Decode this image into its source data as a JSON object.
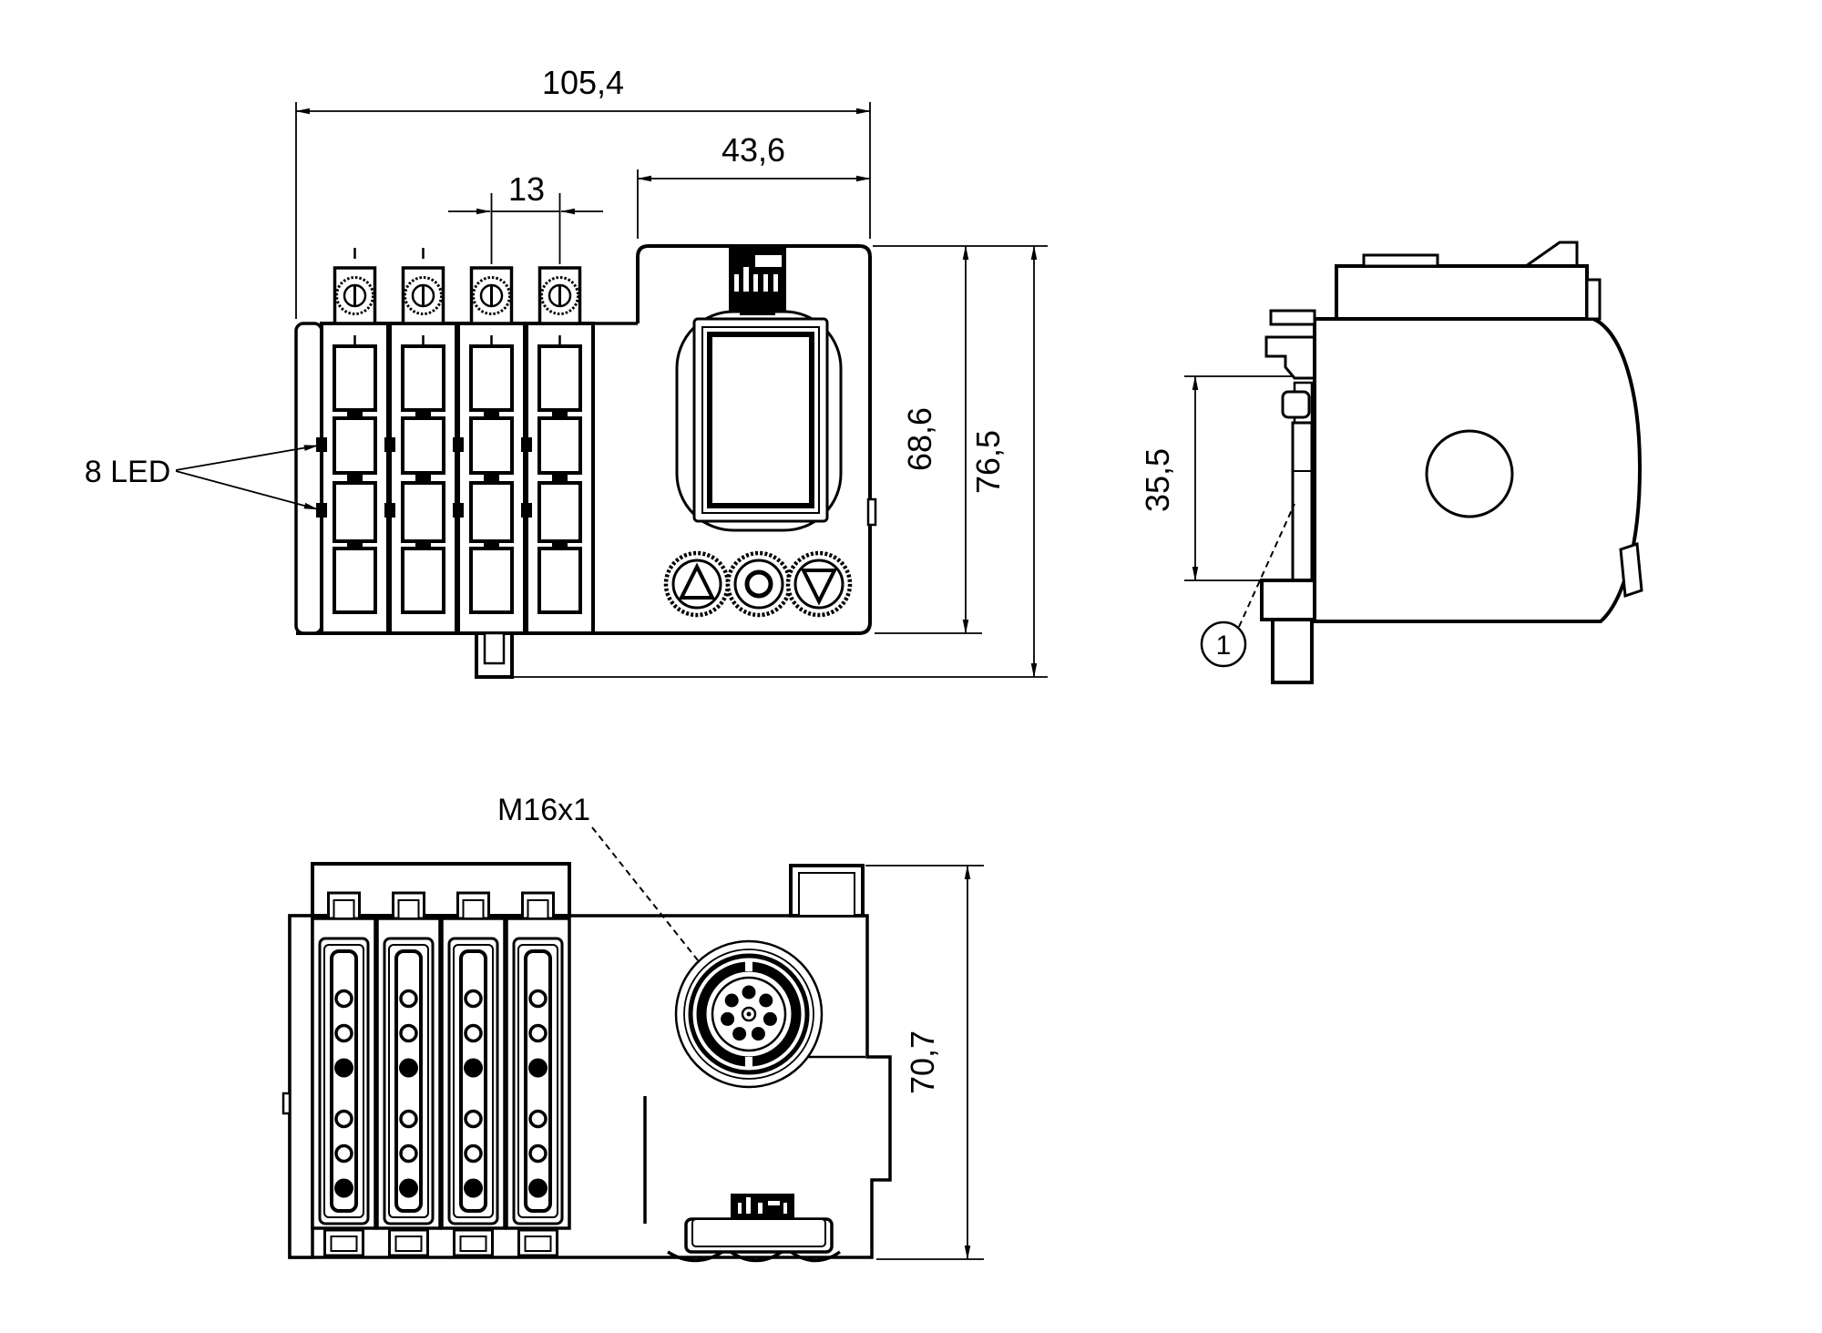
{
  "drawing": {
    "background": "#ffffff",
    "line_color": "#000000",
    "views": {
      "front": {
        "name": "front-view"
      },
      "side": {
        "name": "side-view"
      },
      "bottom": {
        "name": "bottom-view"
      }
    },
    "dimensions": {
      "total_width_mm": "105,4",
      "display_section_width_mm": "43,6",
      "module_pitch_mm": "13",
      "housing_height_mm": "68,6",
      "total_height_mm": "76,5",
      "din_rail_height_mm": "35,5",
      "depth_mm": "70,7"
    },
    "annotations": {
      "led_count_label": "8 LED",
      "cable_gland_thread": "M16x1",
      "din_rail_callout": "1"
    }
  }
}
